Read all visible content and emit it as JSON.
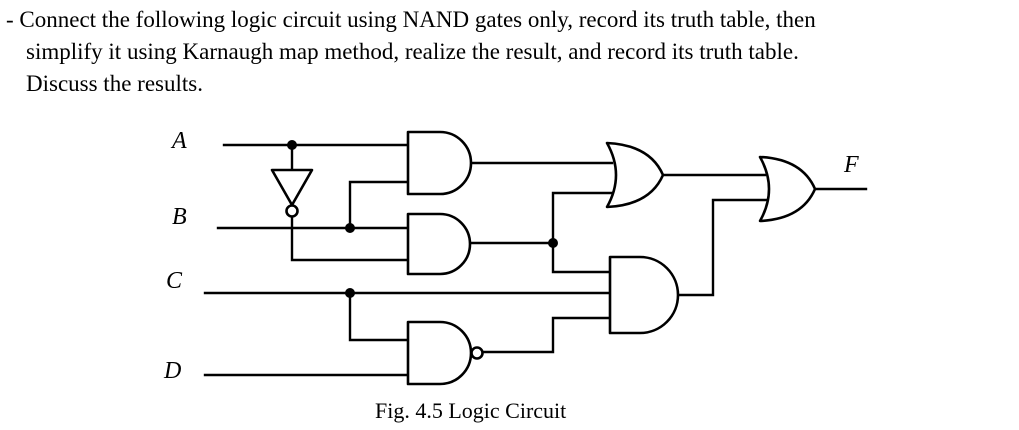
{
  "problem": {
    "line1": "- Connect the following logic circuit using NAND gates only, record its truth table, then",
    "line2": "simplify it using  Karnaugh map method, realize the result, and record its truth table.",
    "line3": "Discuss the results."
  },
  "circuit": {
    "inputs": {
      "a": "A",
      "b": "B",
      "c": "C",
      "d": "D"
    },
    "output": "F"
  },
  "caption": "Fig. 4.5 Logic Circuit"
}
